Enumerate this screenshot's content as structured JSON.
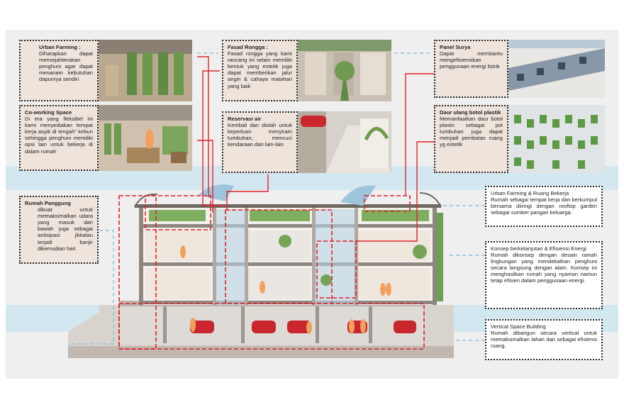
{
  "cards": {
    "urban_farming": {
      "title": "Urban Farming :",
      "body": "Diharapkan dapat mensejahterakan penghuni agar dapat menanam kebutuhan dapurnya sendiri"
    },
    "coworking": {
      "title": "Co-working Space",
      "body": "Di era yang fleksibel ini kami menyediakan tempat kerja asyik di tengah” kebun sehingga penghuni memiliki opsi lain untuk bekerja di dalam rumah"
    },
    "rumah_panggung": {
      "title": "Rumah Panggung",
      "body": "dibuat untuk memaksimalkan udara yang masuk dari bawah juga sebagai antisipasi jikkalau terjadi banjir dikemudian hari"
    },
    "fasad_rongga": {
      "title": "Fasad Rongga :",
      "body": "Fasad rongga yang kami rancang ini selain memiliki bentuk yang estetik juga dapat memberikan jalur angin & cahaya matahari yang baik"
    },
    "reservasi_air": {
      "title": "Reservasi air",
      "body": "Kembali dan diolah untuk keperluan menyiram tumbuhan, mencuci kendaraan dan lain-lain"
    },
    "panel_surya": {
      "title": "Panel Surya",
      "body": "Dapat membantu mengefisiensikan penggunaan energi listrik"
    },
    "daur_ulang": {
      "title": "Daur ulang botol plastik",
      "body": "Memanfaatkan daur botol plastic sebagai pot tumbuhan juga dapat menjadi pembatas ruang yg estetik"
    },
    "urban_kerja": {
      "title": "Urban Farming & Ruang Bekerja",
      "body": "Rumah sebagai tempat kerja dan berkumpul bersama diiringi dengan rooftop garden sebagai sumber pangan keluarga."
    },
    "berkelanjutan": {
      "title": "Konsep berkelanjutan & Efisiensi Energi",
      "body": "Rumah dikonsep dengan desain ramah lingkungan yang mendekatkan penghuni secara langsung dengan alam. Konsep ini menghasilkan rumah yang nyaman namun tetap efisien dalam penggunaan energi."
    },
    "vertical": {
      "title": "Vertical Space Building",
      "body": "Rumah dibangun secara vertical untuk memaksimalkan lahan dan sebagai efisiensi ruang."
    }
  },
  "colors": {
    "panel": "#efefef",
    "band": "#d3e7f0",
    "card": "#efe4db",
    "accent_red": "#e0232c",
    "accent_blue": "#8fc1de"
  }
}
